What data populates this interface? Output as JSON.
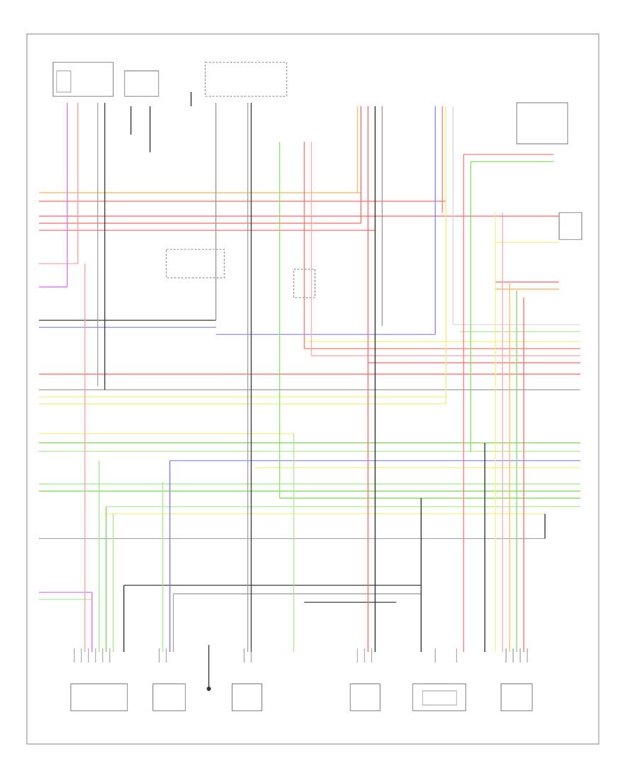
{
  "diagram": {
    "page_code": "",
    "components_top": [
      {
        "id": "tc1",
        "label": ""
      },
      {
        "id": "tc2",
        "label": ""
      },
      {
        "id": "tc3",
        "label": ""
      },
      {
        "id": "tc4",
        "label": ""
      },
      {
        "id": "tc5",
        "label": ""
      }
    ],
    "components_bottom": [
      {
        "id": "b1",
        "label": ""
      },
      {
        "id": "b2",
        "label": ""
      },
      {
        "id": "b3",
        "label": ""
      },
      {
        "id": "b4",
        "label": ""
      },
      {
        "id": "b5",
        "label": ""
      },
      {
        "id": "b6",
        "label": ""
      },
      {
        "id": "b7",
        "label": ""
      }
    ],
    "wire_colors": {
      "red": "#ff6b6b",
      "pink": "#ff9ea0",
      "green": "#7ed957",
      "lightgreen": "#a8e890",
      "yellow": "#f5ef7a",
      "blue": "#7a7aff",
      "violet": "#d56fe8",
      "black": "#333333",
      "gray": "#9a9a9a",
      "orange": "#f2b45a",
      "brown": "#b58b5e",
      "white": "#d8d8d8"
    }
  }
}
